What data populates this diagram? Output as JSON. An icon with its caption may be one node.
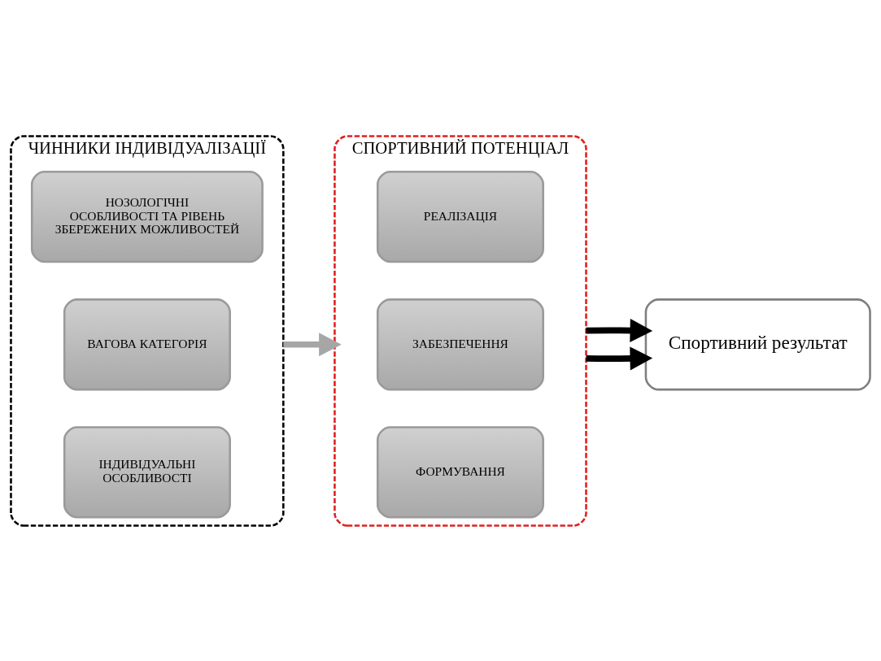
{
  "diagram": {
    "nodes": [
      {
        "text": [
          "ЧИННИКИ ІНДИВІДУАЛІЗАЦІЇ"
        ]
      },
      {
        "text": [
          "НОЗОЛОГІЧНІ ОСОБЛИВОСТІ ТА РІВЕНЬ ЗБЕРЕЖЕНИХ МОЖЛИВОСТЕЙ"
        ],
        "in": 0
      },
      {
        "text": [
          "ВАГОВА КАТЕГОРІЯ"
        ],
        "in": 0
      },
      {
        "text": [
          "ІНДИВІДУАЛЬНІ ОСОБЛИВОСТІ"
        ],
        "in": 0
      },
      {
        "text": [
          "СПОРТИВНИЙ ПОТЕНЦІАЛ"
        ]
      },
      {
        "text": [
          "РЕАЛІЗАЦІЯ"
        ],
        "in": 4
      },
      {
        "text": [
          "ЗАБЕЗПЕЧЕННЯ"
        ],
        "in": 4
      },
      {
        "text": [
          "ФОРМУВАННЯ"
        ],
        "in": 4
      },
      {
        "text": [
          "Спортивний результат"
        ]
      }
    ],
    "edges": [
      {
        "from": 0,
        "to": 4,
        "arrow": "to",
        "color": "#a6a6a6"
      },
      {
        "from": 4,
        "to": 8,
        "arrow": "to"
      },
      {
        "from": 4,
        "to": 8,
        "arrow": "to"
      }
    ]
  }
}
